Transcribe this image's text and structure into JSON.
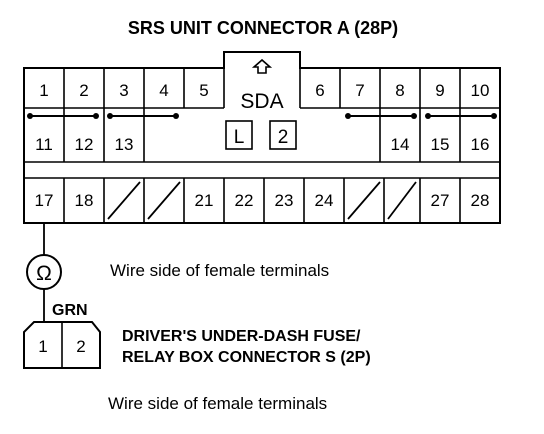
{
  "connector_a": {
    "title": "SRS UNIT CONNECTOR A (28P)",
    "sda_label": "SDA",
    "l_label": "L",
    "two_label": "2",
    "row1": [
      "1",
      "2",
      "3",
      "4",
      "5",
      "6",
      "7",
      "8",
      "9",
      "10"
    ],
    "row2_left": [
      "11",
      "12",
      "13"
    ],
    "row2_right": [
      "14",
      "15",
      "16"
    ],
    "row3_left": [
      "17",
      "18"
    ],
    "row3_mid": [
      "21",
      "22",
      "23",
      "24"
    ],
    "row3_right": [
      "27",
      "28"
    ],
    "note": "Wire side of female terminals"
  },
  "meter": {
    "symbol": "Ω",
    "wire_color": "GRN"
  },
  "connector_s": {
    "title_line1": "DRIVER'S UNDER-DASH FUSE/",
    "title_line2": "RELAY BOX CONNECTOR S (2P)",
    "pins": [
      "1",
      "2"
    ],
    "note": "Wire side of female terminals"
  }
}
